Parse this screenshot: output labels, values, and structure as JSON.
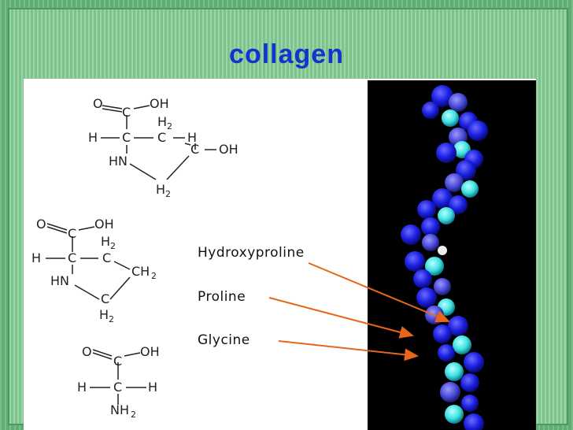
{
  "title": "collagen",
  "labels": {
    "hydroxyproline": "Hydroxyproline",
    "proline": "Proline",
    "glycine": "Glycine"
  },
  "colors": {
    "title": "#1233cc",
    "arrow": "#e8651c",
    "helix_dark": "#1a1ee0",
    "helix_light": "#3fe0e0",
    "background": "#5fae72"
  }
}
